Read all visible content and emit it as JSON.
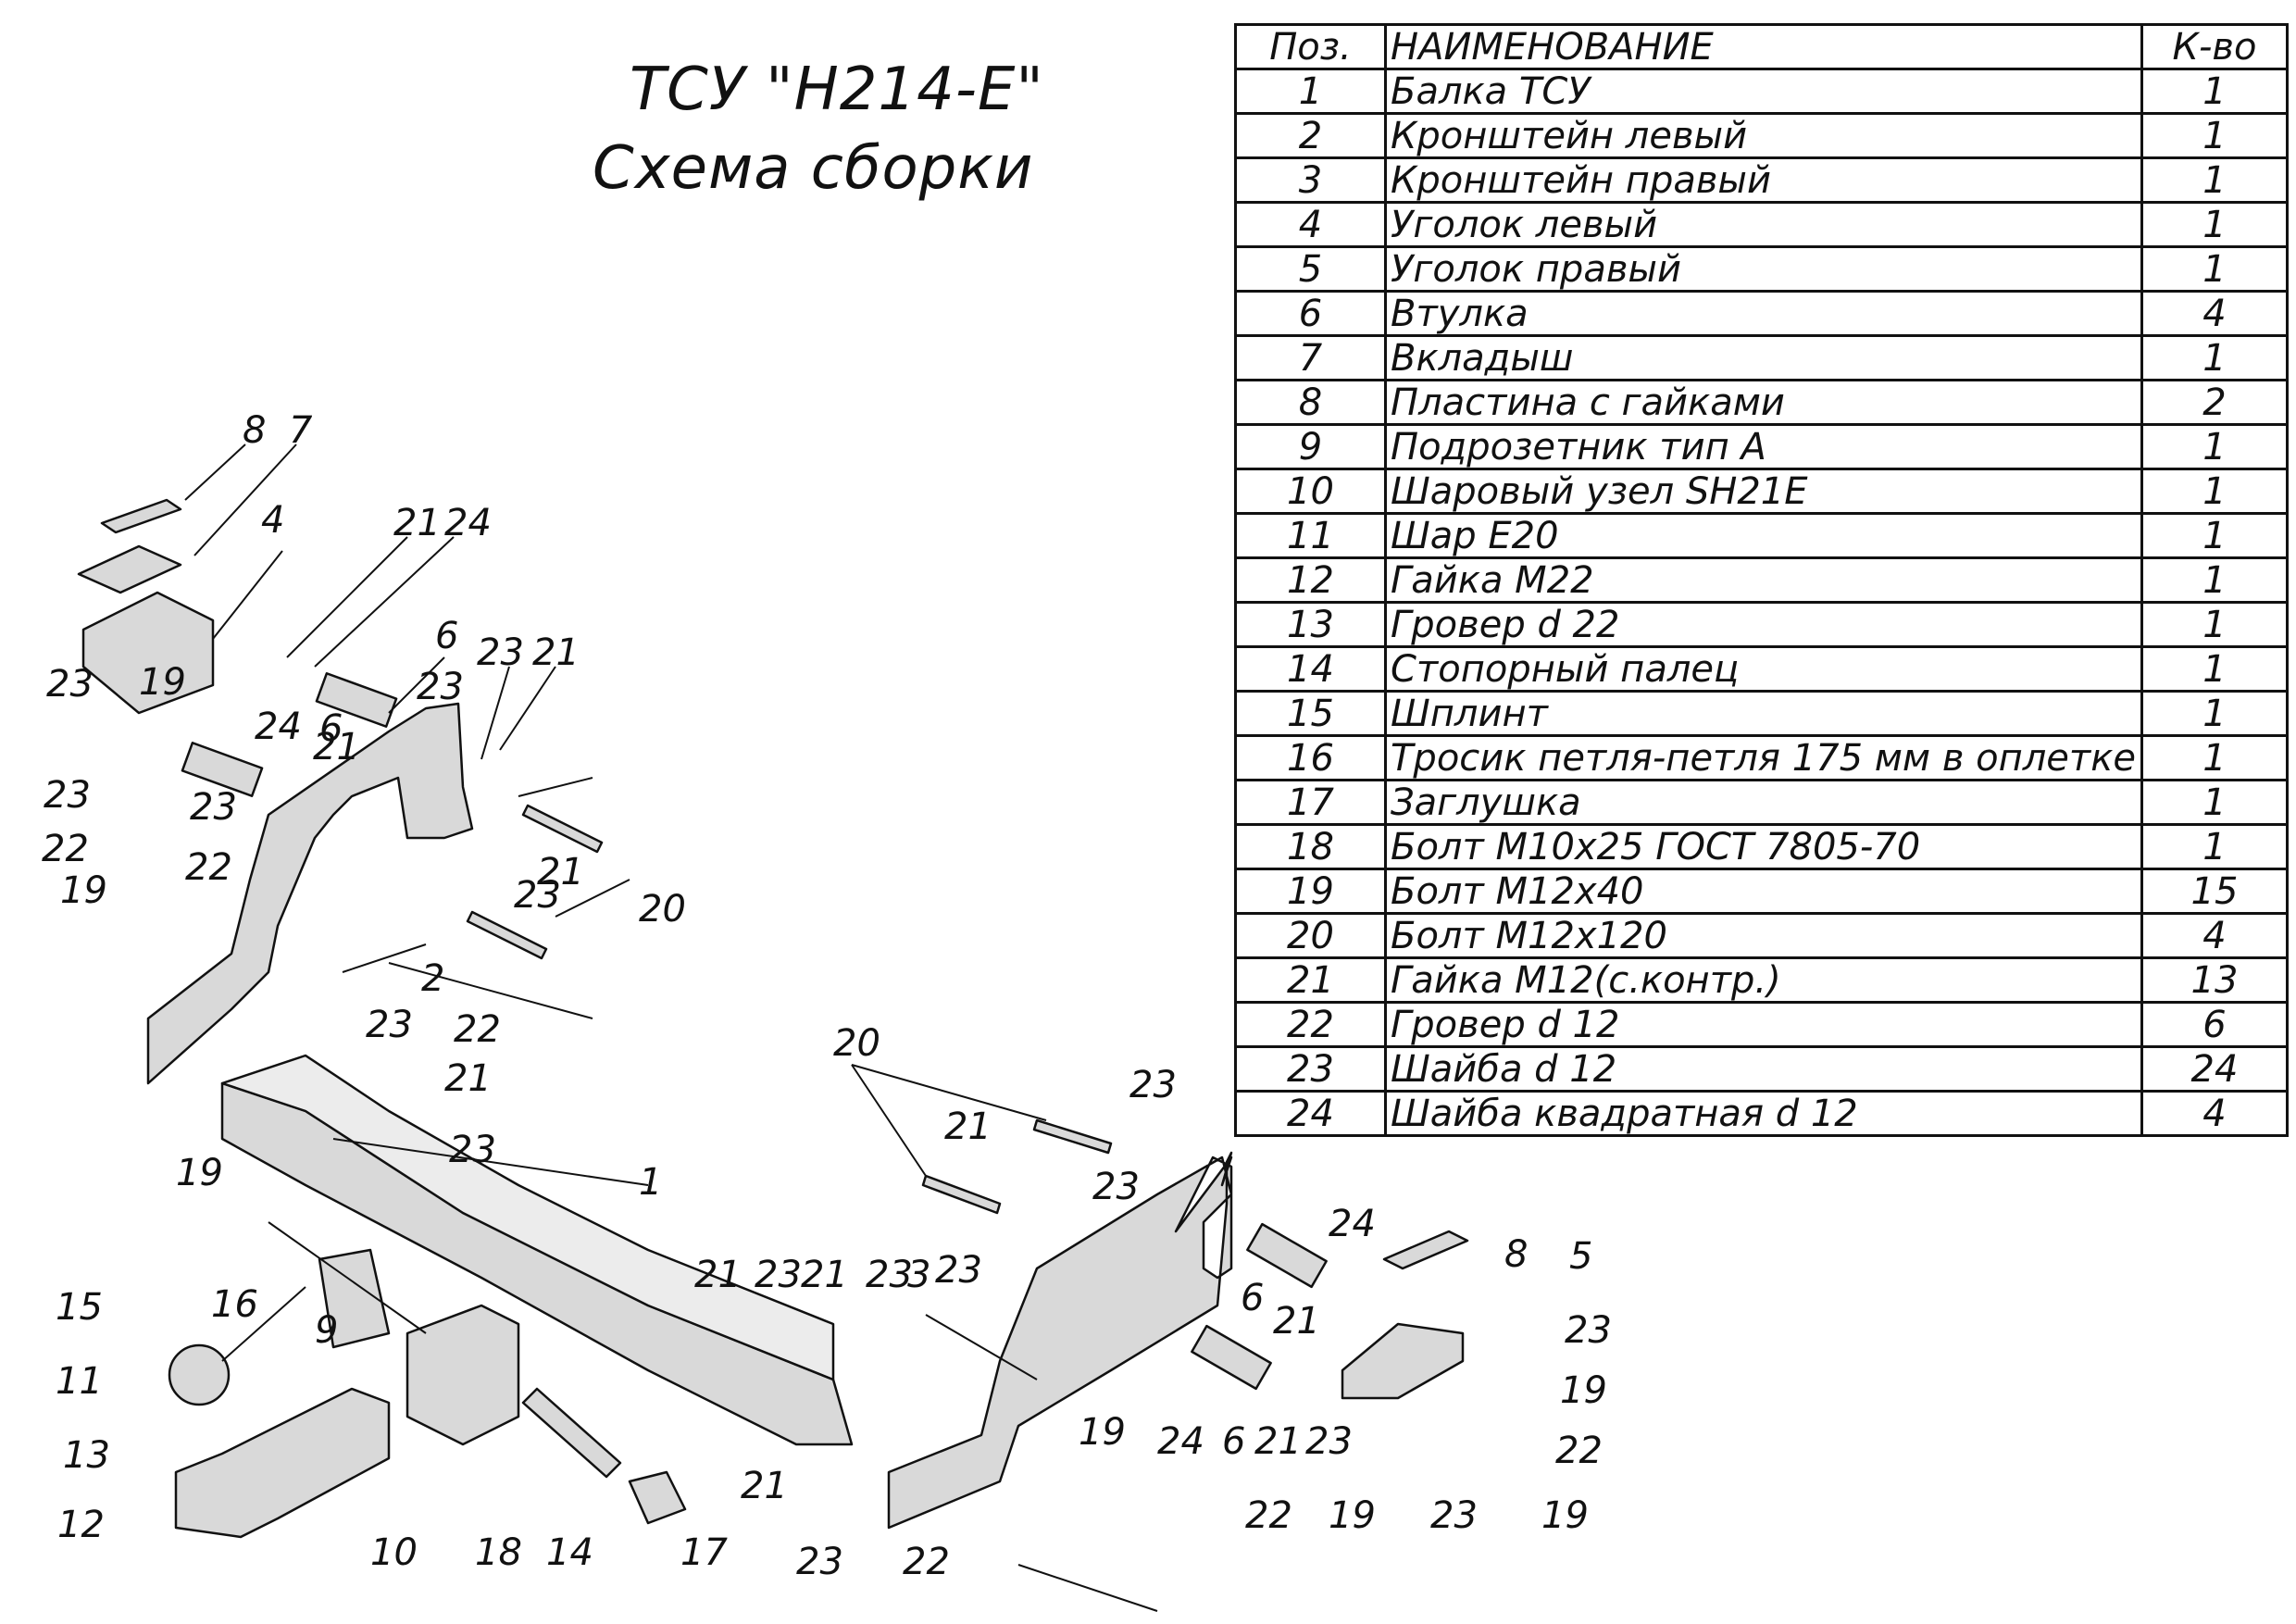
{
  "title": {
    "line1": "ТСУ \"Н214-Е\"",
    "line2": "Схема сборки"
  },
  "spec_table": {
    "headers": [
      "Поз.",
      "НАИМЕНОВАНИЕ",
      "К-во"
    ],
    "rows": [
      {
        "pos": "1",
        "name": "Балка ТСУ",
        "qty": "1"
      },
      {
        "pos": "2",
        "name": "Кронштейн левый",
        "qty": "1"
      },
      {
        "pos": "3",
        "name": "Кронштейн правый",
        "qty": "1"
      },
      {
        "pos": "4",
        "name": "Уголок левый",
        "qty": "1"
      },
      {
        "pos": "5",
        "name": "Уголок правый",
        "qty": "1"
      },
      {
        "pos": "6",
        "name": "Втулка",
        "qty": "4"
      },
      {
        "pos": "7",
        "name": "Вкладыш",
        "qty": "1"
      },
      {
        "pos": "8",
        "name": "Пластина с гайками",
        "qty": "2"
      },
      {
        "pos": "9",
        "name": "Подрозетник тип А",
        "qty": "1"
      },
      {
        "pos": "10",
        "name": "Шаровый узел SH21E",
        "qty": "1"
      },
      {
        "pos": "11",
        "name": "Шар Е20",
        "qty": "1"
      },
      {
        "pos": "12",
        "name": "Гайка М22",
        "qty": "1"
      },
      {
        "pos": "13",
        "name": "Гровер d 22",
        "qty": "1"
      },
      {
        "pos": "14",
        "name": "Стопорный палец",
        "qty": "1"
      },
      {
        "pos": "15",
        "name": "Шплинт",
        "qty": "1"
      },
      {
        "pos": "16",
        "name": "Тросик петля-петля 175 мм в оплетке",
        "qty": "1"
      },
      {
        "pos": "17",
        "name": "Заглушка",
        "qty": "1"
      },
      {
        "pos": "18",
        "name": "Болт М10х25 ГОСТ 7805-70",
        "qty": "1"
      },
      {
        "pos": "19",
        "name": "Болт М12х40",
        "qty": "15"
      },
      {
        "pos": "20",
        "name": "Болт М12х120",
        "qty": "4"
      },
      {
        "pos": "21",
        "name": "Гайка М12(с.контр.)",
        "qty": "13"
      },
      {
        "pos": "22",
        "name": "Гровер d 12",
        "qty": "6"
      },
      {
        "pos": "23",
        "name": "Шайба d 12",
        "qty": "24"
      },
      {
        "pos": "24",
        "name": "Шайба квадратная d 12",
        "qty": "4"
      }
    ]
  },
  "callouts": [
    "8",
    "7",
    "4",
    "21",
    "24",
    "6",
    "23",
    "21",
    "23",
    "21",
    "19",
    "24",
    "6",
    "23",
    "23",
    "23",
    "22",
    "22",
    "19",
    "20",
    "2",
    "23",
    "21",
    "23",
    "22",
    "21",
    "23",
    "19",
    "1",
    "20",
    "21",
    "23",
    "23",
    "23",
    "21",
    "23",
    "21",
    "23",
    "3",
    "24",
    "8",
    "5",
    "6",
    "21",
    "23",
    "19",
    "22",
    "15",
    "16",
    "9",
    "11",
    "13",
    "12",
    "10",
    "18",
    "14",
    "17",
    "21",
    "23",
    "22",
    "19",
    "6",
    "24",
    "21",
    "23",
    "22",
    "19",
    "23",
    "19"
  ],
  "colors": {
    "line": "#111111",
    "part_fill": "#d9d9d9"
  }
}
